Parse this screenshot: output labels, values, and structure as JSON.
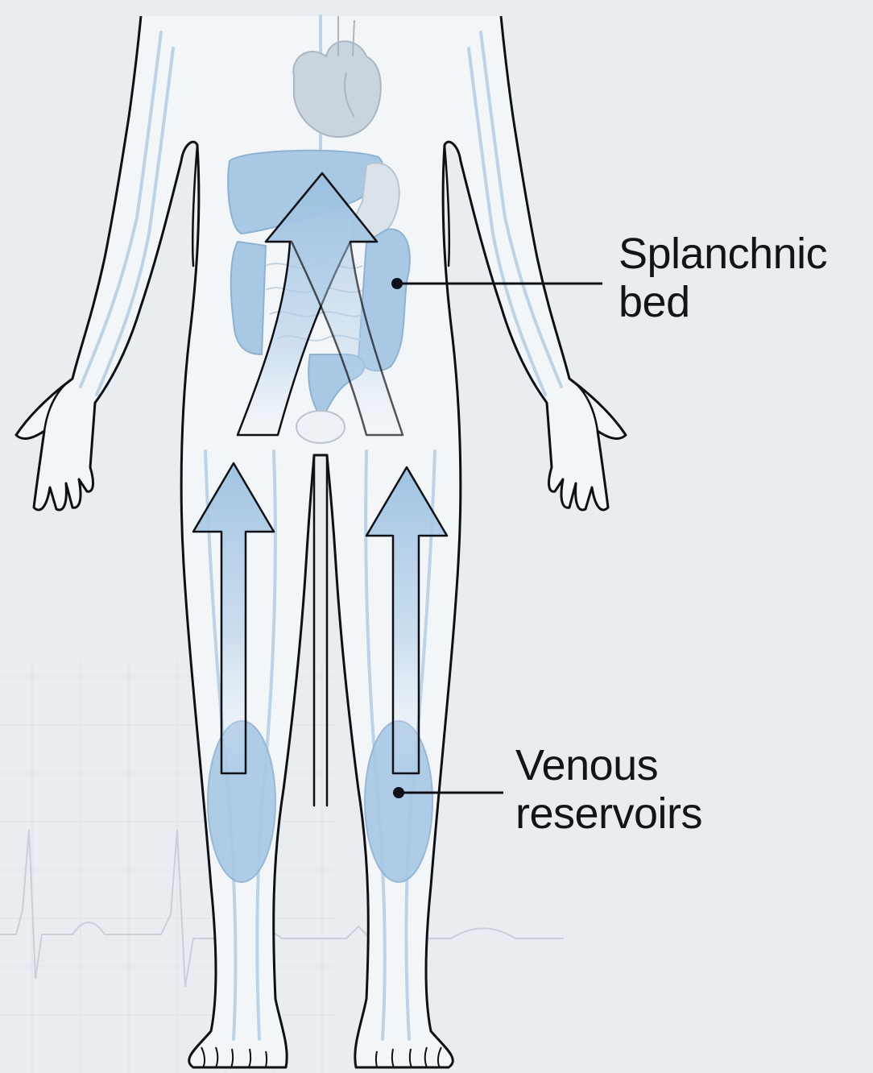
{
  "labels": {
    "splanchnic": {
      "line1": "Splanchnic",
      "line2": "bed"
    },
    "venous": {
      "line1": "Venous",
      "line2": "reservoirs"
    }
  },
  "colors": {
    "background": "#e9edf2",
    "body_fill": "#f3f6f9",
    "outline": "#0d1117",
    "vessel": "#b7d0e6",
    "pool": "#a8c8e4",
    "arrow": "#9cc0e0",
    "organ_gray": "#c9d4de",
    "ecg": "#cdd3da"
  },
  "icons": [
    "heart",
    "liver",
    "stomach",
    "intestines",
    "upward-flow-arrow"
  ]
}
